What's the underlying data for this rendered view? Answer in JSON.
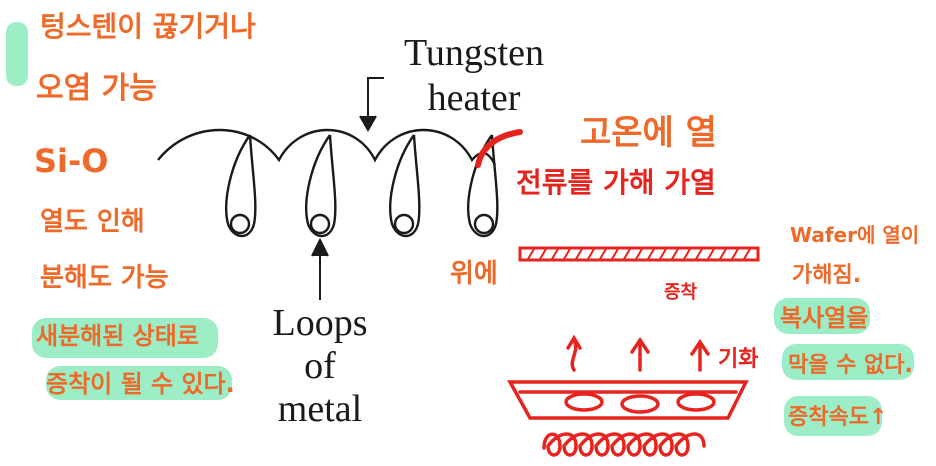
{
  "printed_labels": {
    "heater_line1": "Tungsten",
    "heater_line2": "heater",
    "loops_line1": "Loops",
    "loops_line2": "of",
    "loops_line3": "metal"
  },
  "handwritten_notes": {
    "top_left_line1": "텅스텐이 끊기거나",
    "top_left_line2": "오염 가능",
    "sio": "Si-O",
    "left_line1": "열도 인해",
    "left_line2": "분해도 가능",
    "left_line3": "새분해된 상태로",
    "left_line4": "증착이 될 수 있다.",
    "right_top1": "고온에 열",
    "right_top2": "전류를 가해 가열",
    "wafer_label": "위에",
    "deposition_label": "증착",
    "evap_label": "기화",
    "far_right1": "Wafer에 열이",
    "far_right2": "가해짐.",
    "far_right3": "복사열을",
    "far_right4": "막을 수 없다.",
    "far_right5": "증착속도↑"
  },
  "colors": {
    "ink": "#1a1a1a",
    "orange_note": "#ee6a2a",
    "red_note": "#e6241f",
    "highlight": "#7ce8b4"
  }
}
